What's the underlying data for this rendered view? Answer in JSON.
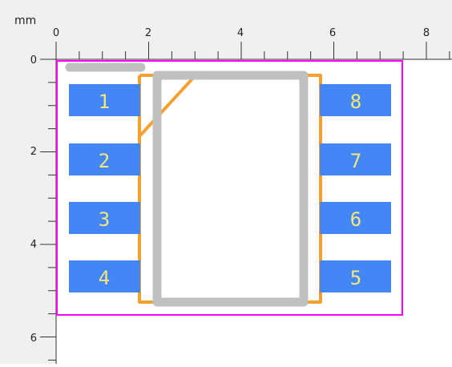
{
  "ruler": {
    "unit_label": "mm",
    "x_ticks": [
      "0",
      "2",
      "4",
      "6",
      "8"
    ],
    "y_ticks": [
      "0",
      "2",
      "4",
      "6"
    ]
  },
  "footprint": {
    "pads": {
      "left": [
        "1",
        "2",
        "3",
        "4"
      ],
      "right": [
        "8",
        "7",
        "6",
        "5"
      ]
    }
  },
  "colors": {
    "ruler_bg": "#f0f0f0",
    "canvas_bg": "#ffffff",
    "courtyard": "#ff00ff",
    "pad": "#4287f5",
    "pad_label": "#f5e87a",
    "assembly": "#f5a030",
    "silkscreen": "#c0c0c0"
  }
}
